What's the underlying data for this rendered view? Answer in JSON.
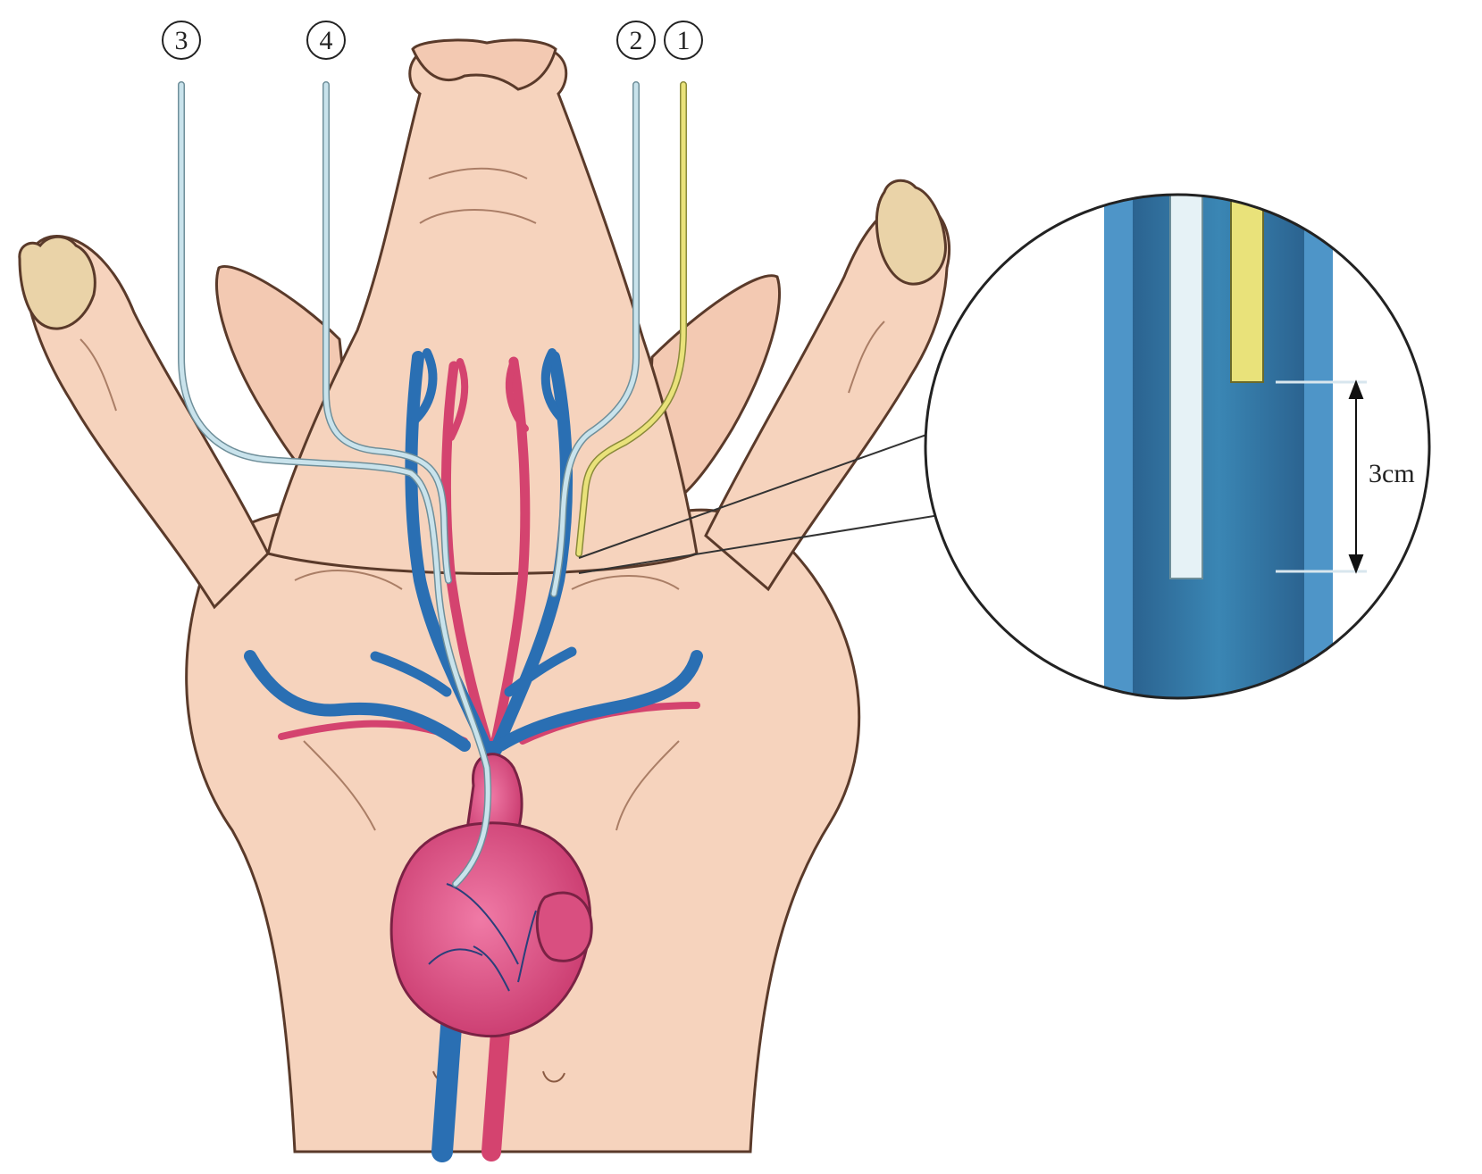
{
  "labels": {
    "catheter_1": "1",
    "catheter_2": "2",
    "catheter_3": "3",
    "catheter_4": "4",
    "distance": "3cm"
  },
  "colors": {
    "skin": "#f6d3bd",
    "skin_outline": "#5a3a2a",
    "vein": "#2a6fb3",
    "artery": "#d4436f",
    "heart": "#e0578a",
    "catheter_clear": "#c9e3ec",
    "catheter_yellow": "#e9e27a",
    "vessel_wall": "#4e95c8",
    "vessel_lumen": "#2f6f98"
  }
}
